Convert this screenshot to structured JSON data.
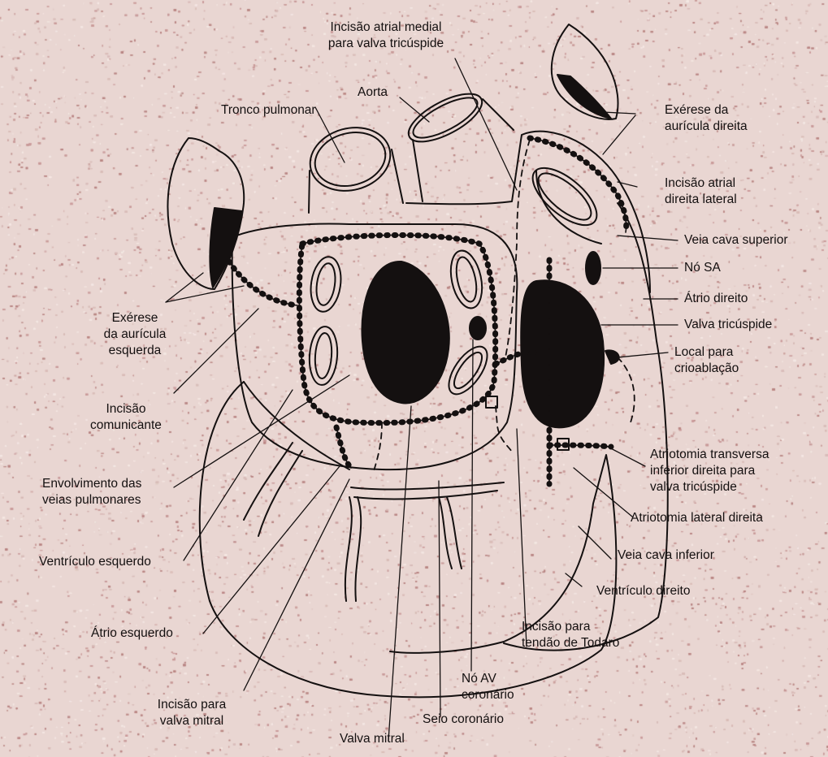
{
  "colors": {
    "background": "#e9d6d2",
    "ink": "#141010",
    "specks": [
      "#c99a99",
      "#f4e7e3",
      "#b98583",
      "#d9bcb8"
    ]
  },
  "labels": {
    "incisao_atrial_medial": "Incisão atrial medial\npara valva tricúspide",
    "aorta": "Aorta",
    "tronco_pulmonar": "Tronco pulmonar",
    "exerese_auricula_direita": "Exérese da\naurícula direita",
    "incisao_atrial_direita_lateral": "Incisão atrial\ndireita lateral",
    "veia_cava_superior": "Veia cava superior",
    "no_sa": "Nó SA",
    "atrio_direito": "Átrio direito",
    "valva_tricuspide": "Valva tricúspide",
    "local_crioablacao": "Local para\ncrioablação",
    "exerese_auricula_esquerda": "Exérese\nda aurícula\nesquerda",
    "incisao_comunicante": "Incisão\ncomunicante",
    "envolvimento_veias": "Envolvimento das\nveias pulmonares",
    "ventriculo_esquerdo": "Ventrículo esquerdo",
    "atrio_esquerdo": "Átrio esquerdo",
    "incisao_valva_mitral": "Incisão para\nvalva mitral",
    "valva_mitral": "Valva mitral",
    "seio_coronario": "Seio coronário",
    "no_av": "Nó AV\ncoronário",
    "incisao_tendao": "Incisão para\ntendão de Todaro",
    "ventriculo_direito": "Ventrículo direito",
    "veia_cava_inferior": "Veia cava inferior",
    "atriotomia_lateral": "Atriotomia lateral direita",
    "atriotomia_transversa": "Atriotomia transversa\ninferior direita para\nvalva tricúspide"
  }
}
